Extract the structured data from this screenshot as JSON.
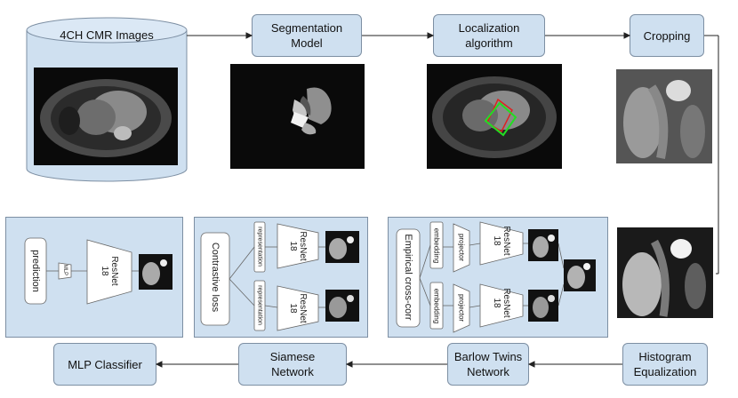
{
  "stages": {
    "cmr_images": "4CH CMR Images",
    "segmentation": "Segmentation\nModel",
    "localization": "Localization\nalgorithm",
    "cropping": "Cropping",
    "histogram": "Histogram\nEqualization",
    "barlow": "Barlow Twins\nNetwork",
    "siamese": "Siamese\nNetwork",
    "mlp_classifier": "MLP Classifier"
  },
  "barlow_panel": {
    "loss": "Empirical cross-corr",
    "embedding_top": "embedding",
    "embedding_bottom": "embedding",
    "projector_top": "projector",
    "projector_bottom": "projector",
    "resnet_top": "ResNet\n18",
    "resnet_bottom": "ResNet\n18"
  },
  "siamese_panel": {
    "loss": "Contrastive loss",
    "representation_top": "representation",
    "representation_bottom": "representation",
    "resnet_top": "ResNet\n18",
    "resnet_bottom": "ResNet\n18"
  },
  "mlp_panel": {
    "prediction": "prediction",
    "mlp": "MLP",
    "resnet": "ResNet\n18"
  },
  "colors": {
    "box_fill": "#cfe0f0",
    "box_border": "#7d8fa3",
    "localization_box": "#22dd22"
  }
}
